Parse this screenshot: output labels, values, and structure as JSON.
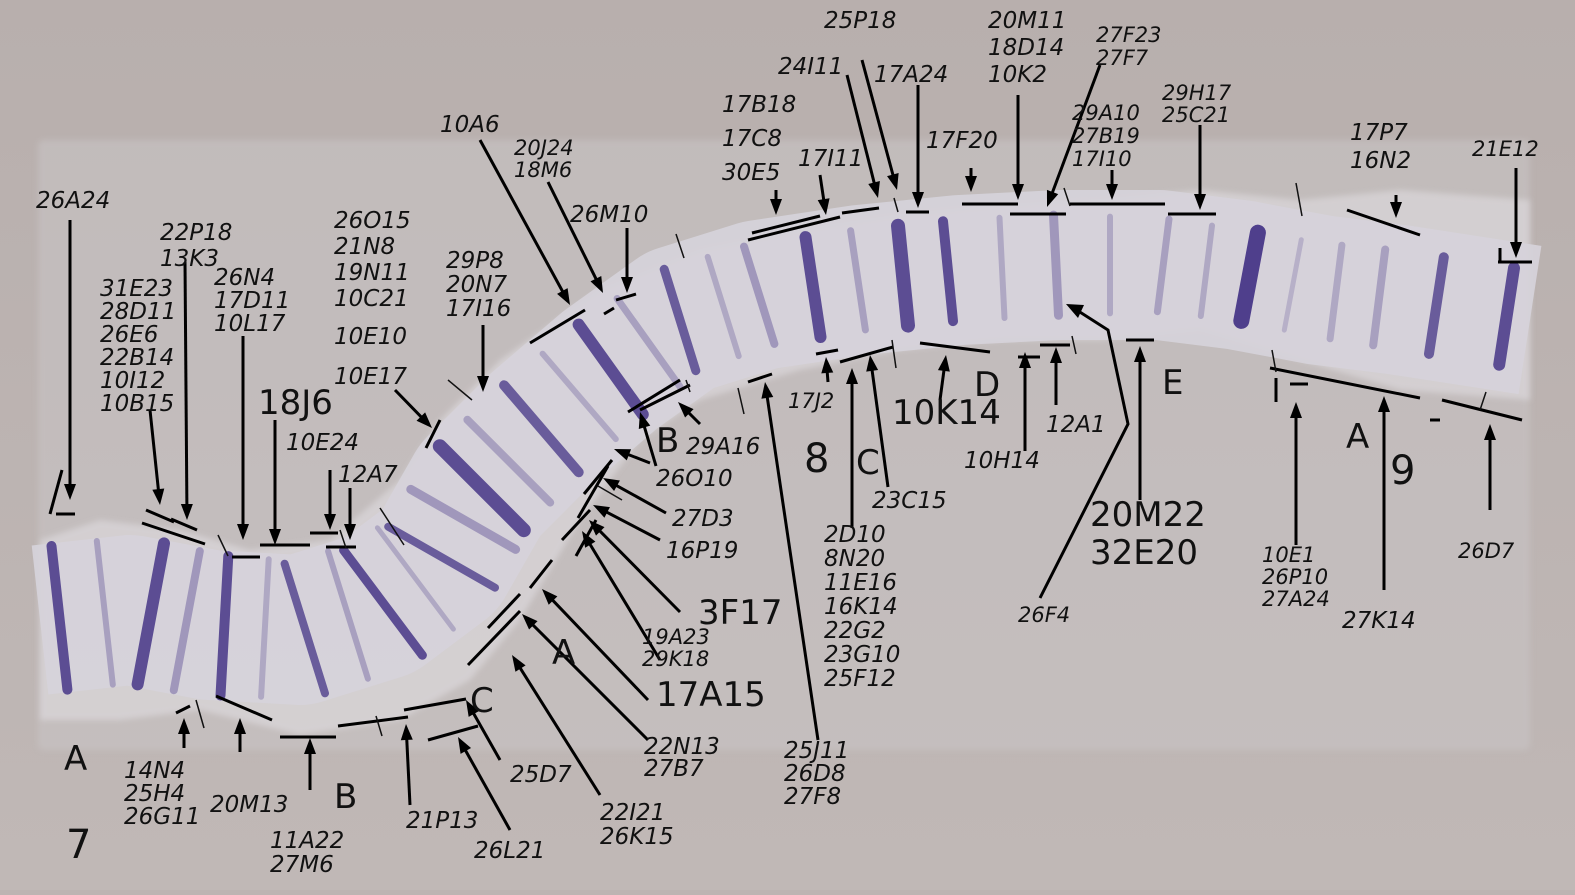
{
  "chromosomes": [
    {
      "name": "7",
      "regions": [
        "A",
        "B",
        "C",
        "A"
      ]
    },
    {
      "name": "8",
      "regions": [
        "B",
        "C",
        "D",
        "E"
      ]
    },
    {
      "name": "9",
      "regions": [
        "A"
      ]
    }
  ],
  "labels": {
    "l_26A24": "26A24",
    "g_31E23": [
      "31E23",
      "28D11",
      "26E6",
      "22B14",
      "10I12",
      "10B15"
    ],
    "g_22P18": [
      "22P18",
      "13K3"
    ],
    "g_26N4": [
      "26N4",
      "17D11",
      "10L17"
    ],
    "l_18J6": "18J6",
    "l_10E24": "10E24",
    "l_12A7": "12A7",
    "g_26O15": [
      "26O15",
      "21N8",
      "19N11",
      "10C21"
    ],
    "l_10E10": "10E10",
    "l_10E17": "10E17",
    "g_29P8": [
      "29P8",
      "20N7",
      "17I16"
    ],
    "l_10A6": "10A6",
    "g_20J24": [
      "20J24",
      "18M6"
    ],
    "l_26M10": "26M10",
    "g_17B18": [
      "17B18",
      "17C8",
      "30E5"
    ],
    "l_17I11": "17I11",
    "l_24I11": "24I11",
    "l_25P18": "25P18",
    "l_17A24": "17A24",
    "l_17F20": "17F20",
    "g_20M11": [
      "20M11",
      "18D14",
      "10K2"
    ],
    "g_27F23": [
      "27F23",
      "27F7"
    ],
    "g_29A10": [
      "29A10",
      "27B19",
      "17I10"
    ],
    "g_29H17": [
      "29H17",
      "25C21"
    ],
    "g_17P7": [
      "17P7",
      "16N2"
    ],
    "l_21E12": "21E12",
    "g_14N4": [
      "14N4",
      "25H4",
      "26G11"
    ],
    "l_20M13": "20M13",
    "g_11A22": [
      "11A22",
      "27M6"
    ],
    "l_21P13": "21P13",
    "l_26L21": "26L21",
    "l_25D7": "25D7",
    "g_22I21": [
      "22I21",
      "26K15"
    ],
    "g_22N13": [
      "22N13",
      "27B7"
    ],
    "l_17A15": "17A15",
    "g_19A23": [
      "19A23",
      "29K18"
    ],
    "l_3F17": "3F17",
    "l_16P19": "16P19",
    "l_27D3": "27D3",
    "l_26O10": "26O10",
    "l_29A16": "29A16",
    "g_25J11": [
      "25J11",
      "26D8",
      "27F8"
    ],
    "l_17J2": "17J2",
    "g_2D10": [
      "2D10",
      "8N20",
      "11E16",
      "16K14",
      "22G2",
      "23G10",
      "25F12"
    ],
    "l_23C15": "23C15",
    "l_10K14": "10K14",
    "l_10H14": "10H14",
    "l_12A1": "12A1",
    "l_26F4": "26F4",
    "g_20M22": [
      "20M22",
      "32E20"
    ],
    "g_10E1": [
      "10E1",
      "26P10",
      "27A24"
    ],
    "l_27K14": "27K14",
    "l_26D7": "26D7"
  },
  "colors": {
    "background": "#bdb4b2",
    "chromosome_light": "#d6d2da",
    "band_dark": "#4f3f8c",
    "band_mid": "#8a7fae",
    "annotation": "#000000"
  }
}
